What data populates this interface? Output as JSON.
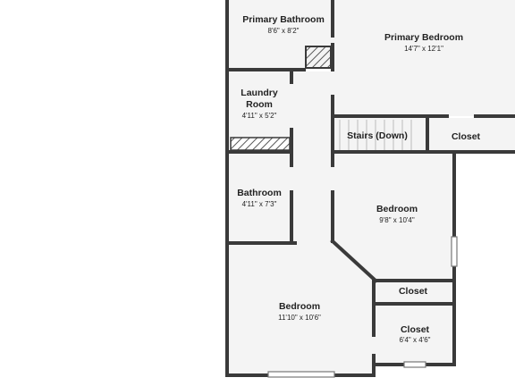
{
  "floor_plan": {
    "colors": {
      "wall": "#3a3a3a",
      "room_fill": "#f4f4f4",
      "background": "#ffffff",
      "hatch": "#555555"
    },
    "rooms": {
      "primary_bathroom": {
        "name": "Primary Bathroom",
        "dims": "8'6\" x 8'2\""
      },
      "primary_bedroom": {
        "name": "Primary Bedroom",
        "dims": "14'7\" x 12'1\""
      },
      "laundry": {
        "name_line1": "Laundry",
        "name_line2": "Room",
        "dims": "4'11\" x 5'2\""
      },
      "stairs": {
        "name": "Stairs (Down)"
      },
      "closet_upper_right": {
        "name": "Closet"
      },
      "bathroom": {
        "name": "Bathroom",
        "dims": "4'11\" x 7'3\""
      },
      "bedroom_right": {
        "name": "Bedroom",
        "dims": "9'8\" x 10'4\""
      },
      "closet_middle": {
        "name": "Closet"
      },
      "bedroom_bottom": {
        "name": "Bedroom",
        "dims": "11'10\" x 10'6\""
      },
      "closet_bottom": {
        "name": "Closet",
        "dims": "6'4\" x 4'6\""
      }
    }
  }
}
